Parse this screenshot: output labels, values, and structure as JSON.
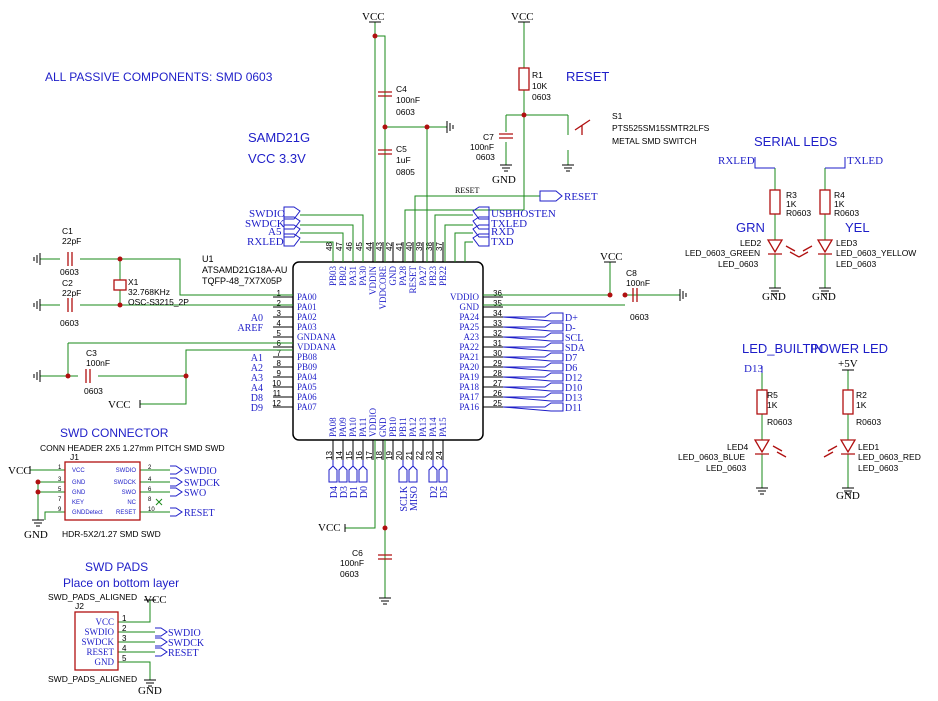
{
  "notes": {
    "passives": "ALL PASSIVE COMPONENTS: SMD 0603",
    "mcu_title": "SAMD21G",
    "mcu_vcc": "VCC 3.3V",
    "reset_title": "RESET",
    "serial_leds_title": "SERIAL LEDS",
    "grn": "GRN",
    "yel": "YEL",
    "led_builtin_title": "LED_BUILTIN",
    "power_led_title": "POWER LED",
    "swd_connector_title": "SWD CONNECTOR",
    "swd_pads_title": "SWD PADS",
    "swd_pads_subtitle": "Place on bottom layer"
  },
  "power": {
    "vcc": "VCC",
    "gnd": "GND",
    "p5v": "+5V"
  },
  "mcu": {
    "ref": "U1",
    "part": "ATSAMD21G18A-AU",
    "package": "TQFP-48_7X7X05P",
    "left_pins": [
      {
        "num": "1",
        "name": "PA00",
        "net": ""
      },
      {
        "num": "2",
        "name": "PA01",
        "net": ""
      },
      {
        "num": "3",
        "name": "PA02",
        "net": "A0"
      },
      {
        "num": "4",
        "name": "PA03",
        "net": "AREF"
      },
      {
        "num": "5",
        "name": "GNDANA",
        "net": ""
      },
      {
        "num": "6",
        "name": "VDDANA",
        "net": ""
      },
      {
        "num": "7",
        "name": "PB08",
        "net": "A1"
      },
      {
        "num": "8",
        "name": "PB09",
        "net": "A2"
      },
      {
        "num": "9",
        "name": "PA04",
        "net": "A3"
      },
      {
        "num": "10",
        "name": "PA05",
        "net": "A4"
      },
      {
        "num": "11",
        "name": "PA06",
        "net": "D8"
      },
      {
        "num": "12",
        "name": "PA07",
        "net": "D9"
      }
    ],
    "right_pins": [
      {
        "num": "36",
        "name": "VDDIO",
        "net": ""
      },
      {
        "num": "35",
        "name": "GND",
        "net": ""
      },
      {
        "num": "34",
        "name": "PA24",
        "net": "D+"
      },
      {
        "num": "33",
        "name": "PA25",
        "net": "D-"
      },
      {
        "num": "32",
        "name": "A23",
        "net": "SCL"
      },
      {
        "num": "31",
        "name": "PA22",
        "net": "SDA"
      },
      {
        "num": "30",
        "name": "PA21",
        "net": "D7"
      },
      {
        "num": "29",
        "name": "PA20",
        "net": "D6"
      },
      {
        "num": "28",
        "name": "PA19",
        "net": "D12"
      },
      {
        "num": "27",
        "name": "PA18",
        "net": "D10"
      },
      {
        "num": "26",
        "name": "PA17",
        "net": "D13"
      },
      {
        "num": "25",
        "name": "PA16",
        "net": "D11"
      }
    ],
    "top_pins": [
      {
        "num": "48",
        "name": "PB03"
      },
      {
        "num": "47",
        "name": "PB02"
      },
      {
        "num": "46",
        "name": "PA31"
      },
      {
        "num": "45",
        "name": "PA30"
      },
      {
        "num": "44",
        "name": "VDDIN"
      },
      {
        "num": "43",
        "name": "VDDCORE"
      },
      {
        "num": "42",
        "name": "GND"
      },
      {
        "num": "41",
        "name": "PA28"
      },
      {
        "num": "40",
        "name": "RESET"
      },
      {
        "num": "39",
        "name": "PA27"
      },
      {
        "num": "38",
        "name": "PB23"
      },
      {
        "num": "37",
        "name": "PB22"
      }
    ],
    "bottom_pins": [
      {
        "num": "13",
        "name": "PA08",
        "net": "D4"
      },
      {
        "num": "14",
        "name": "PA09",
        "net": "D3"
      },
      {
        "num": "15",
        "name": "PA10",
        "net": "D1"
      },
      {
        "num": "16",
        "name": "PA11",
        "net": "D0"
      },
      {
        "num": "17",
        "name": "VDDIO",
        "net": ""
      },
      {
        "num": "18",
        "name": "GND",
        "net": ""
      },
      {
        "num": "19",
        "name": "PB10",
        "net": ""
      },
      {
        "num": "20",
        "name": "PB11",
        "net": "SCLK"
      },
      {
        "num": "21",
        "name": "PA12",
        "net": "MISO"
      },
      {
        "num": "22",
        "name": "PA13",
        "net": ""
      },
      {
        "num": "23",
        "name": "PA14",
        "net": "D2"
      },
      {
        "num": "24",
        "name": "PA15",
        "net": "D5"
      }
    ],
    "top_nets": [
      "SWDIO",
      "SWDCK",
      "A5",
      "RXLED"
    ],
    "top_right_nets": [
      "USBHOSTEN",
      "TXLED",
      "RXD",
      "TXD"
    ],
    "reset_net": "RESET"
  },
  "components": {
    "C1": {
      "ref": "C1",
      "value": "22pF",
      "pkg": "0603"
    },
    "C2": {
      "ref": "C2",
      "value": "22pF",
      "pkg": "0603"
    },
    "X1": {
      "ref": "X1",
      "value": "32.768KHz",
      "pkg": "OSC-S3215_2P"
    },
    "C3": {
      "ref": "C3",
      "value": "100nF",
      "pkg": "0603"
    },
    "C4": {
      "ref": "C4",
      "value": "100nF",
      "pkg": "0603"
    },
    "C5": {
      "ref": "C5",
      "value": "1uF",
      "pkg": "0805"
    },
    "C6": {
      "ref": "C6",
      "value": "100nF",
      "pkg": "0603"
    },
    "C7": {
      "ref": "C7",
      "value": "100nF",
      "pkg": "0603"
    },
    "C8": {
      "ref": "C8",
      "value": "100nF",
      "pkg": "0603"
    },
    "R1": {
      "ref": "R1",
      "value": "10K",
      "pkg": "0603"
    },
    "S1": {
      "ref": "S1",
      "part": "PTS525SM15SMTR2LFS",
      "desc": "METAL SMD SWITCH"
    },
    "R3": {
      "ref": "R3",
      "value": "1K",
      "pkg": "R0603"
    },
    "R4": {
      "ref": "R4",
      "value": "1K",
      "pkg": "R0603"
    },
    "LED2": {
      "ref": "LED2",
      "part": "LED_0603_GREEN",
      "pkg": "LED_0603",
      "net": "RXLED"
    },
    "LED3": {
      "ref": "LED3",
      "part": "LED_0603_YELLOW",
      "pkg": "LED_0603",
      "net": "TXLED"
    },
    "R5": {
      "ref": "R5",
      "value": "1K",
      "pkg": "R0603"
    },
    "LED4": {
      "ref": "LED4",
      "part": "LED_0603_BLUE",
      "pkg": "LED_0603",
      "net": "D13"
    },
    "R2": {
      "ref": "R2",
      "value": "1K",
      "pkg": "R0603"
    },
    "LED1": {
      "ref": "LED1",
      "part": "LED_0603_RED",
      "pkg": "LED_0603"
    }
  },
  "swd_connector": {
    "desc": "CONN HEADER 2X5 1.27mm PITCH SMD SWD",
    "ref": "J1",
    "footprint": "HDR-5X2/1.27 SMD SWD",
    "left_pins": [
      {
        "num": "1",
        "name": "VCC"
      },
      {
        "num": "3",
        "name": "GND"
      },
      {
        "num": "5",
        "name": "GND"
      },
      {
        "num": "7",
        "name": "KEY"
      },
      {
        "num": "9",
        "name": "GNDDetect"
      }
    ],
    "right_pins": [
      {
        "num": "2",
        "name": "SWDIO",
        "net": "SWDIO"
      },
      {
        "num": "4",
        "name": "SWDCK",
        "net": "SWDCK"
      },
      {
        "num": "6",
        "name": "SWO",
        "net": "SWO"
      },
      {
        "num": "8",
        "name": "NC",
        "net": ""
      },
      {
        "num": "10",
        "name": "RESET",
        "net": "RESET"
      }
    ]
  },
  "swd_pads": {
    "label_top": "SWD_PADS_ALIGNED",
    "label_bottom": "SWD_PADS_ALIGNED",
    "ref": "J2",
    "pins": [
      {
        "num": "1",
        "name": "VCC",
        "net": ""
      },
      {
        "num": "2",
        "name": "SWDIO",
        "net": "SWDIO"
      },
      {
        "num": "3",
        "name": "SWDCK",
        "net": "SWDCK"
      },
      {
        "num": "4",
        "name": "RESET",
        "net": "RESET"
      },
      {
        "num": "5",
        "name": "GND",
        "net": ""
      }
    ]
  },
  "colors": {
    "wire": "#1a8a1a",
    "text": "#1e1ec8",
    "part": "#b01010",
    "body": "#000000"
  }
}
